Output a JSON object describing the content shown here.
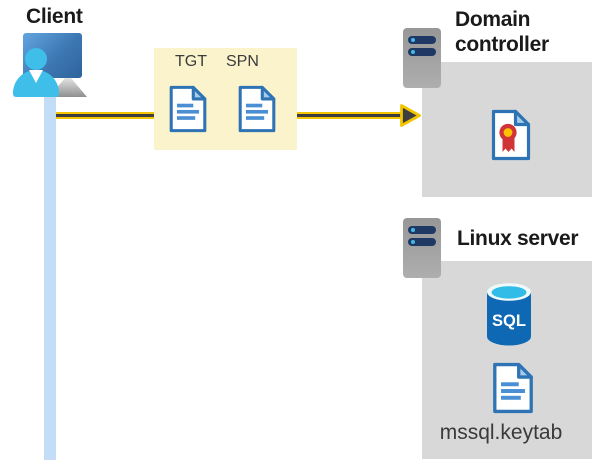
{
  "client": {
    "label": "Client"
  },
  "ticket_box": {
    "tgt_label": "TGT",
    "spn_label": "SPN"
  },
  "domain_controller": {
    "label": "Domain controller"
  },
  "linux_server": {
    "label": "Linux server",
    "sql_badge": "SQL",
    "keytab_label": "mssql.keytab"
  },
  "colors": {
    "arrow_yellow": "#f2c500",
    "arrow_dark": "#3e3e3e",
    "ticket_box_bg": "#faf3cb",
    "panel_gray": "#d8d8d8",
    "doc_border_blue": "#2e74b5",
    "doc_line_blue": "#4a8fd3",
    "doc_fold_blue": "#a7cbea",
    "lifeline_blue": "#c3ddf6",
    "user_cyan": "#3fbee9",
    "monitor_blue_light": "#63a5e0",
    "monitor_blue_dark": "#2e639b",
    "server_gray": "#9e9e9e",
    "server_bar_navy": "#1f3864",
    "server_dot_cyan": "#41bce8",
    "sql_body_blue": "#0e68b4",
    "sql_top_cyan": "#30bce7",
    "cert_red": "#d13438",
    "cert_gold": "#ffc103",
    "heading_text": "#1a1a1a",
    "body_text": "#3a3a3a"
  }
}
